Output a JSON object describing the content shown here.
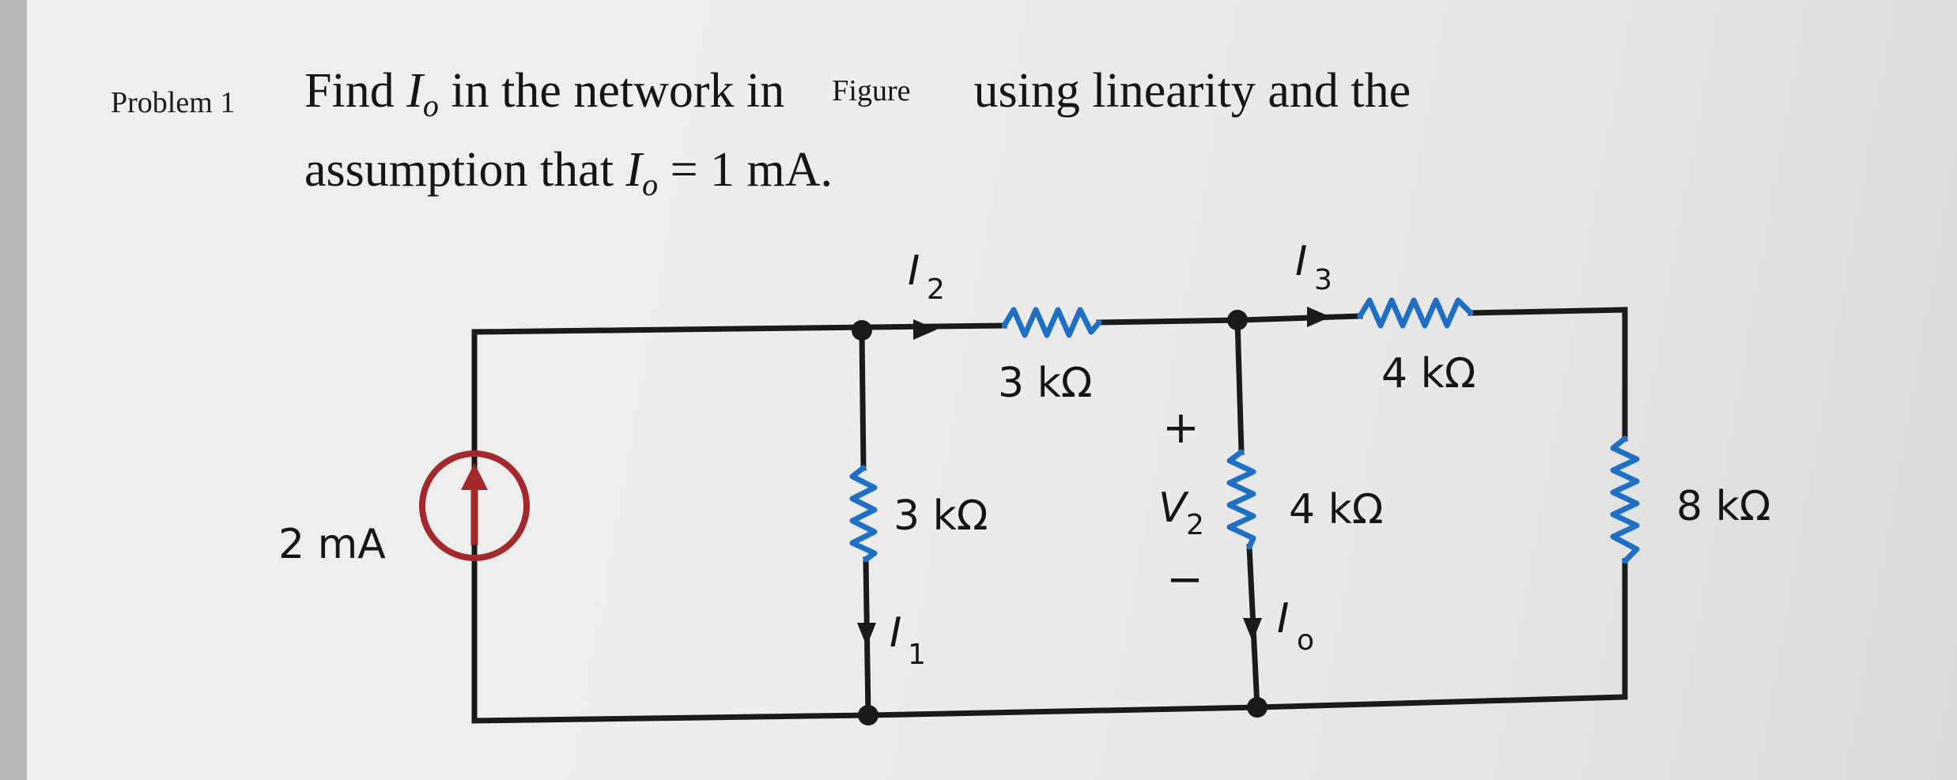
{
  "problem": {
    "label": "Problem 1",
    "line1_part_a": "Find ",
    "var_I": "I",
    "var_sub_o": "o",
    "line1_part_b": " in the network in",
    "figure_word": "Figure",
    "line1_part_c": "using linearity and the",
    "line2_part_a": "assumption that ",
    "line2_part_b": " = 1 mA."
  },
  "circuit": {
    "source_label": "2 mA",
    "r_top_left": "3 kΩ",
    "r_top_right": "4 kΩ",
    "r_shunt_1": "3 kΩ",
    "r_shunt_2": "4 kΩ",
    "r_shunt_3": "8 kΩ",
    "current_I2": "I",
    "current_I2_sub": "2",
    "current_I3": "I",
    "current_I3_sub": "3",
    "current_I1": "I",
    "current_I1_sub": "1",
    "current_Io": "I",
    "current_Io_sub": "o",
    "voltage_V2": "V",
    "voltage_V2_sub": "2",
    "plus_sign": "+",
    "minus_sign": "−"
  },
  "colors": {
    "wire": "#1a1a1a",
    "resistor": "#1f6fc4",
    "source": "#a3282c"
  }
}
